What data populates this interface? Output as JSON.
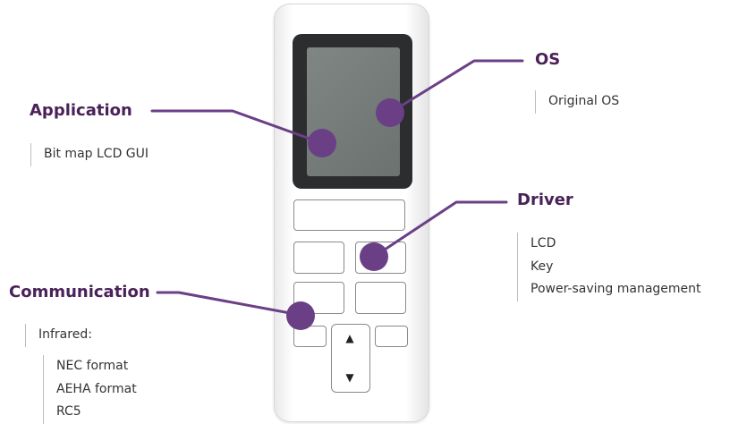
{
  "colors": {
    "accent": "#6b3f86",
    "heading": "#4a2158"
  },
  "labels": {
    "application": {
      "heading": "Application",
      "items": [
        "Bit map LCD GUI"
      ]
    },
    "os": {
      "heading": "OS",
      "items": [
        "Original OS"
      ]
    },
    "driver": {
      "heading": "Driver",
      "items": [
        "LCD",
        "Key",
        "Power-saving  management"
      ]
    },
    "communication": {
      "heading": "Communication",
      "category": "Infrared:",
      "items": [
        "NEC format",
        "AEHA format",
        "RC5"
      ]
    }
  },
  "remote": {
    "arrow_up": "▲",
    "arrow_down": "▼"
  }
}
